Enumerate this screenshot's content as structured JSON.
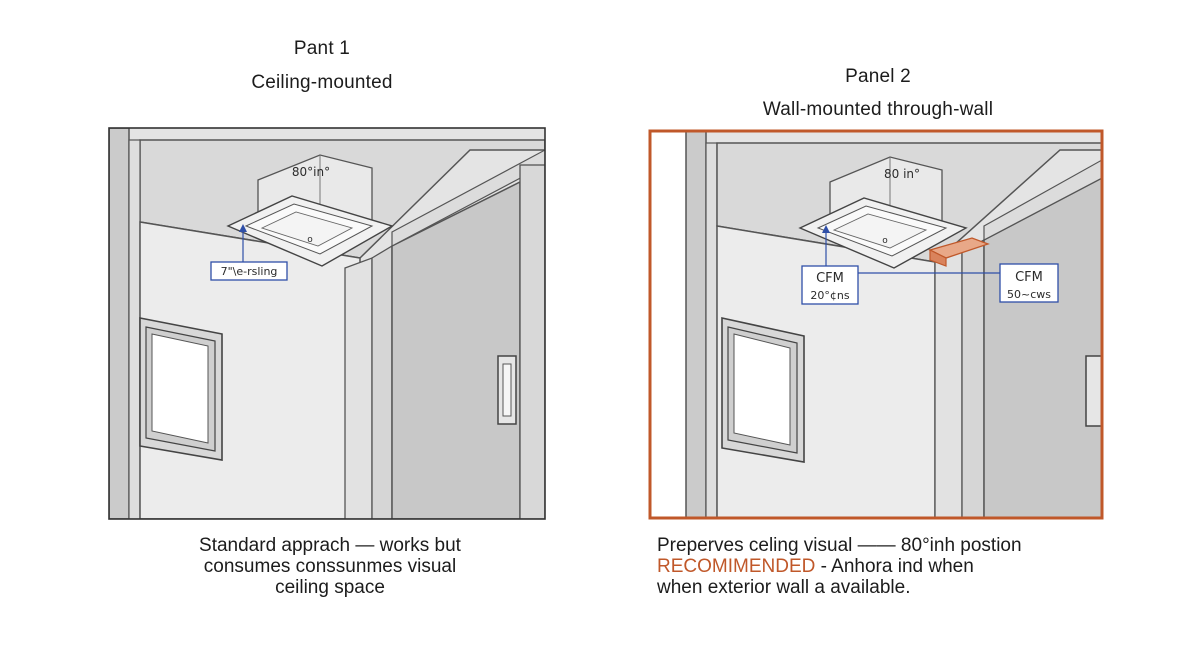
{
  "panel1": {
    "heading": "Pant 1",
    "subtitle": "Ceiling-mounted",
    "fan_label": "80°in°",
    "grille_mark": "o",
    "callout": "7\"\\e-rsling",
    "caption_lines": [
      "Standard apprach — works but",
      "consumes conssunmes visual",
      "ceiling space"
    ]
  },
  "panel2": {
    "heading": "Panel 2",
    "subtitle": "Wall-mounted through-wall",
    "fan_label": "80 in°",
    "grille_mark": "o",
    "callout_left": {
      "line1": "CFM",
      "line2": "20°¢ns"
    },
    "callout_right": {
      "line1": "CFM",
      "line2": "50~cws"
    },
    "caption_lines": [
      "Preperves celing visual —— 80°inh postion",
      "when exterior wall a available."
    ],
    "recommended_label": "RECOMIMENDED",
    "recommended_rest": " - Anhora ind when"
  },
  "colors": {
    "highlight": "#c0582a",
    "callout_border": "#2f4fa8",
    "wall_fill": "#e9e9e9",
    "dark_wall": "#cfcfcf",
    "ceiling": "#dcdcdc"
  }
}
